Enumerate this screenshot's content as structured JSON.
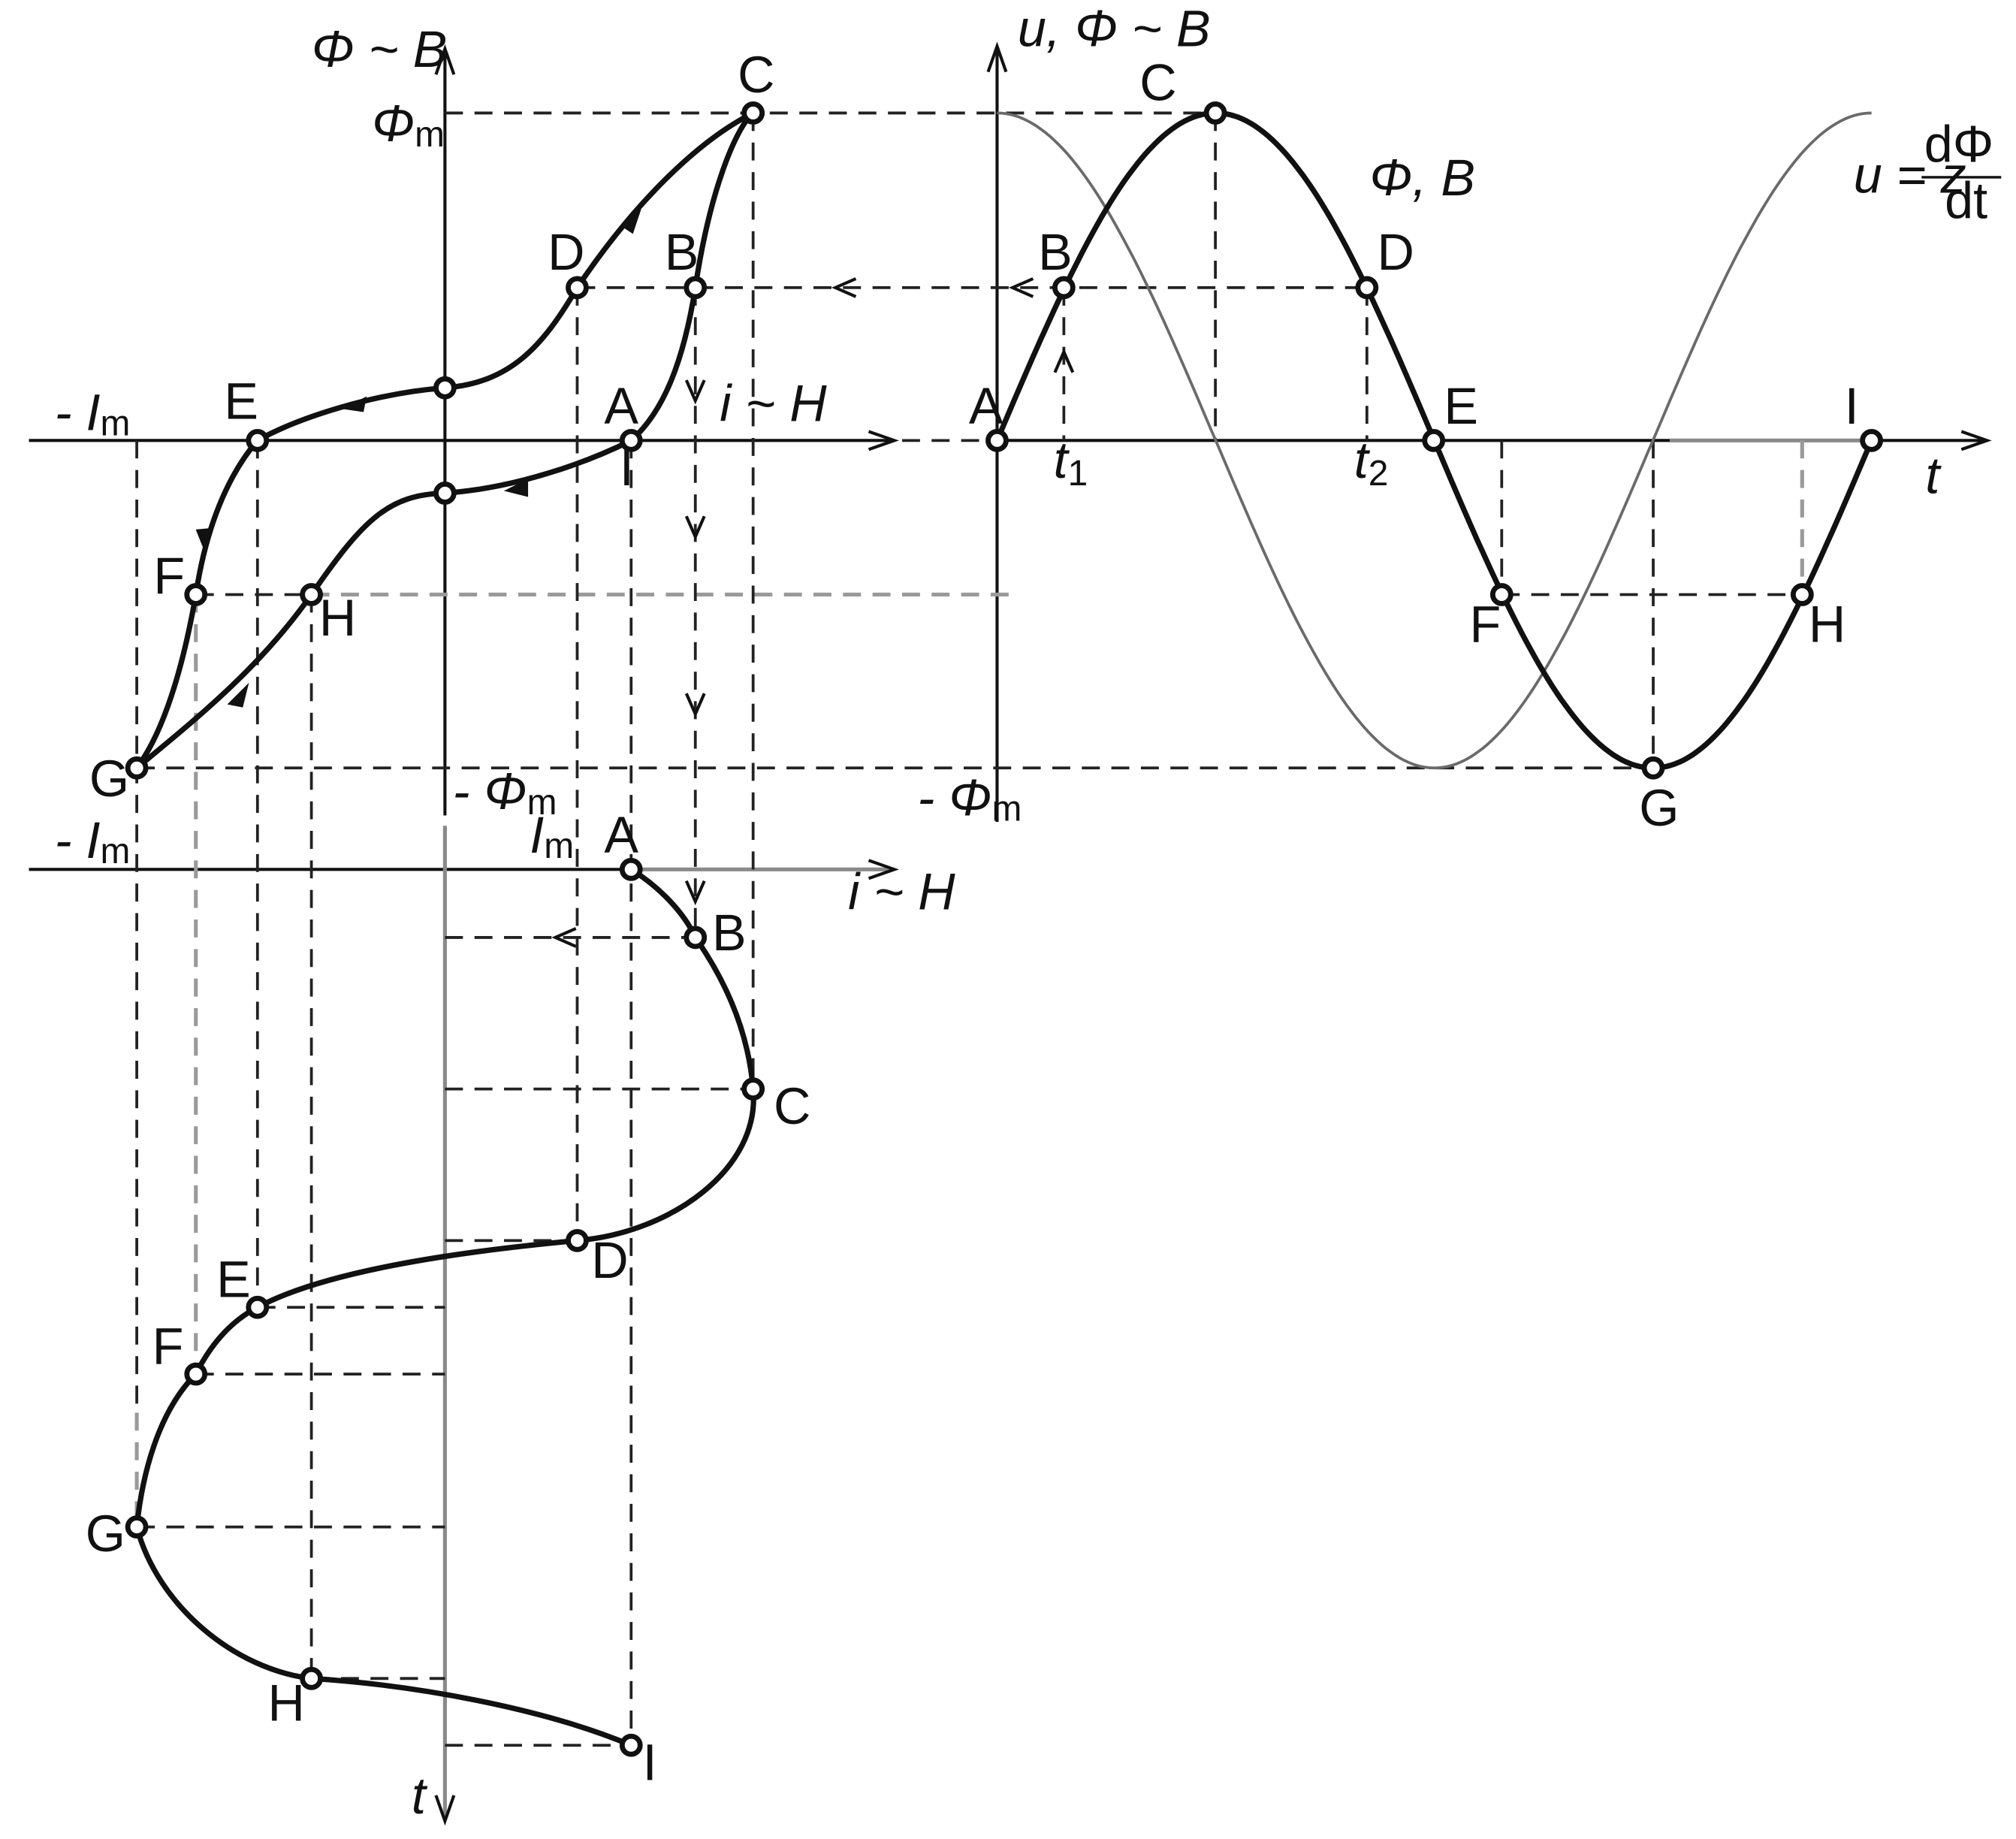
{
  "hysteresis": {
    "y_axis_label": "Φ ~ B",
    "x_axis_label": "i ~ H",
    "phi_max": "Φ",
    "phi_max_sub": "m",
    "neg_phi_max_prefix": "- Φ",
    "neg_phi_max_sub": "m",
    "neg_i_max_prefix": "- I",
    "neg_i_max_sub": "m",
    "points": [
      "A",
      "B",
      "C",
      "D",
      "E",
      "F",
      "G",
      "H",
      "I"
    ]
  },
  "time_plot": {
    "y_axis_label": "u, Φ ~ B",
    "x_axis_label": "t",
    "flux_label": "Φ, B",
    "voltage_label_lhs": "u = z",
    "voltage_label_num": "dΦ",
    "voltage_label_den": "dt",
    "t1": "t",
    "t1_sub": "1",
    "t2": "t",
    "t2_sub": "2",
    "neg_phi_max_prefix": "- Φ",
    "neg_phi_max_sub": "m",
    "points": [
      "A",
      "B",
      "C",
      "D",
      "E",
      "F",
      "G",
      "H",
      "I"
    ]
  },
  "current_plot": {
    "x_axis_label": "i ~ H",
    "t_axis_label": "t",
    "i_max": "I",
    "i_max_sub": "m",
    "neg_i_max_prefix": "- I",
    "neg_i_max_sub": "m",
    "points": [
      "A",
      "B",
      "C",
      "D",
      "E",
      "F",
      "G",
      "H",
      "I"
    ]
  }
}
